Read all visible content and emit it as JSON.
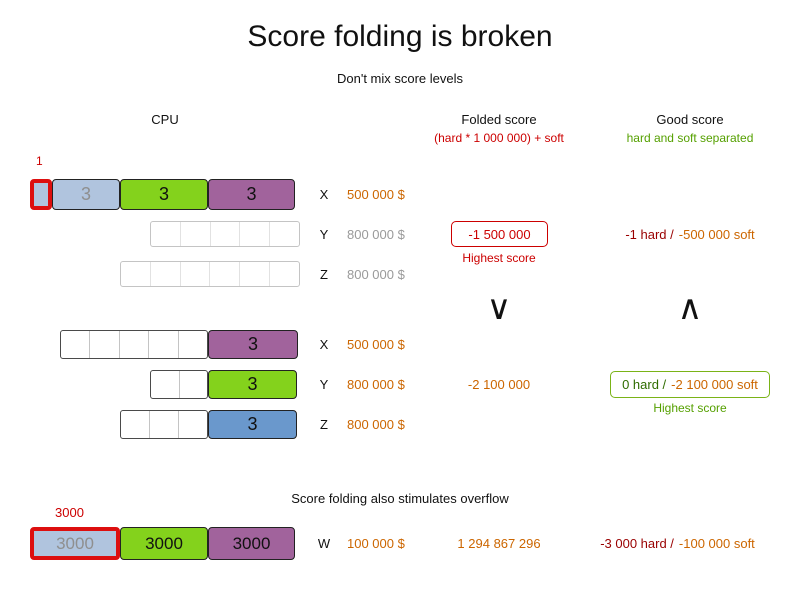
{
  "title": "Score folding is broken",
  "subtitle": "Don't mix score levels",
  "headers": {
    "cpu": "CPU",
    "folded_score": "Folded score",
    "folded_formula": "(hard * 1 000 000) + soft",
    "good_score": "Good score",
    "good_formula": "hard and soft separated"
  },
  "colors": {
    "lightblue_segment": "#b0c4de",
    "green_segment": "#84d21c",
    "purple_segment": "#a1639c",
    "blue_segment": "#6a98cc",
    "red_accent": "#cc0000",
    "orange_text": "#cc6600",
    "dark_red_text": "#990000",
    "green_text": "#55a000",
    "gray_text": "#9a9a9a"
  },
  "scenario1": {
    "overflow_marker": "1",
    "rows": [
      {
        "machine": "X",
        "cost": "500 000 $",
        "segments": [
          "3",
          "3",
          "3"
        ]
      },
      {
        "machine": "Y",
        "cost": "800 000 $"
      },
      {
        "machine": "Z",
        "cost": "800 000 $"
      }
    ],
    "folded": {
      "value": "-1 500 000",
      "note": "Highest score"
    },
    "good": {
      "hard": "-1 hard /",
      "soft": "-500 000 soft"
    }
  },
  "comparison": {
    "folded_symbol": "∨",
    "good_symbol": "∧"
  },
  "scenario2": {
    "rows": [
      {
        "machine": "X",
        "cost": "500 000 $",
        "segment": "3"
      },
      {
        "machine": "Y",
        "cost": "800 000 $",
        "segment": "3"
      },
      {
        "machine": "Z",
        "cost": "800 000 $",
        "segment": "3"
      }
    ],
    "folded": {
      "value": "-2 100 000"
    },
    "good": {
      "hard": "0 hard /",
      "soft": "-2 100 000 soft",
      "note": "Highest score"
    }
  },
  "overflow": {
    "subtitle": "Score folding also stimulates overflow",
    "marker": "3000",
    "row": {
      "machine": "W",
      "cost": "100 000 $",
      "segments": [
        "3000",
        "3000",
        "3000"
      ]
    },
    "folded": {
      "value": "1 294 867 296"
    },
    "good": {
      "hard": "-3 000 hard /",
      "soft": "-100 000 soft"
    }
  }
}
